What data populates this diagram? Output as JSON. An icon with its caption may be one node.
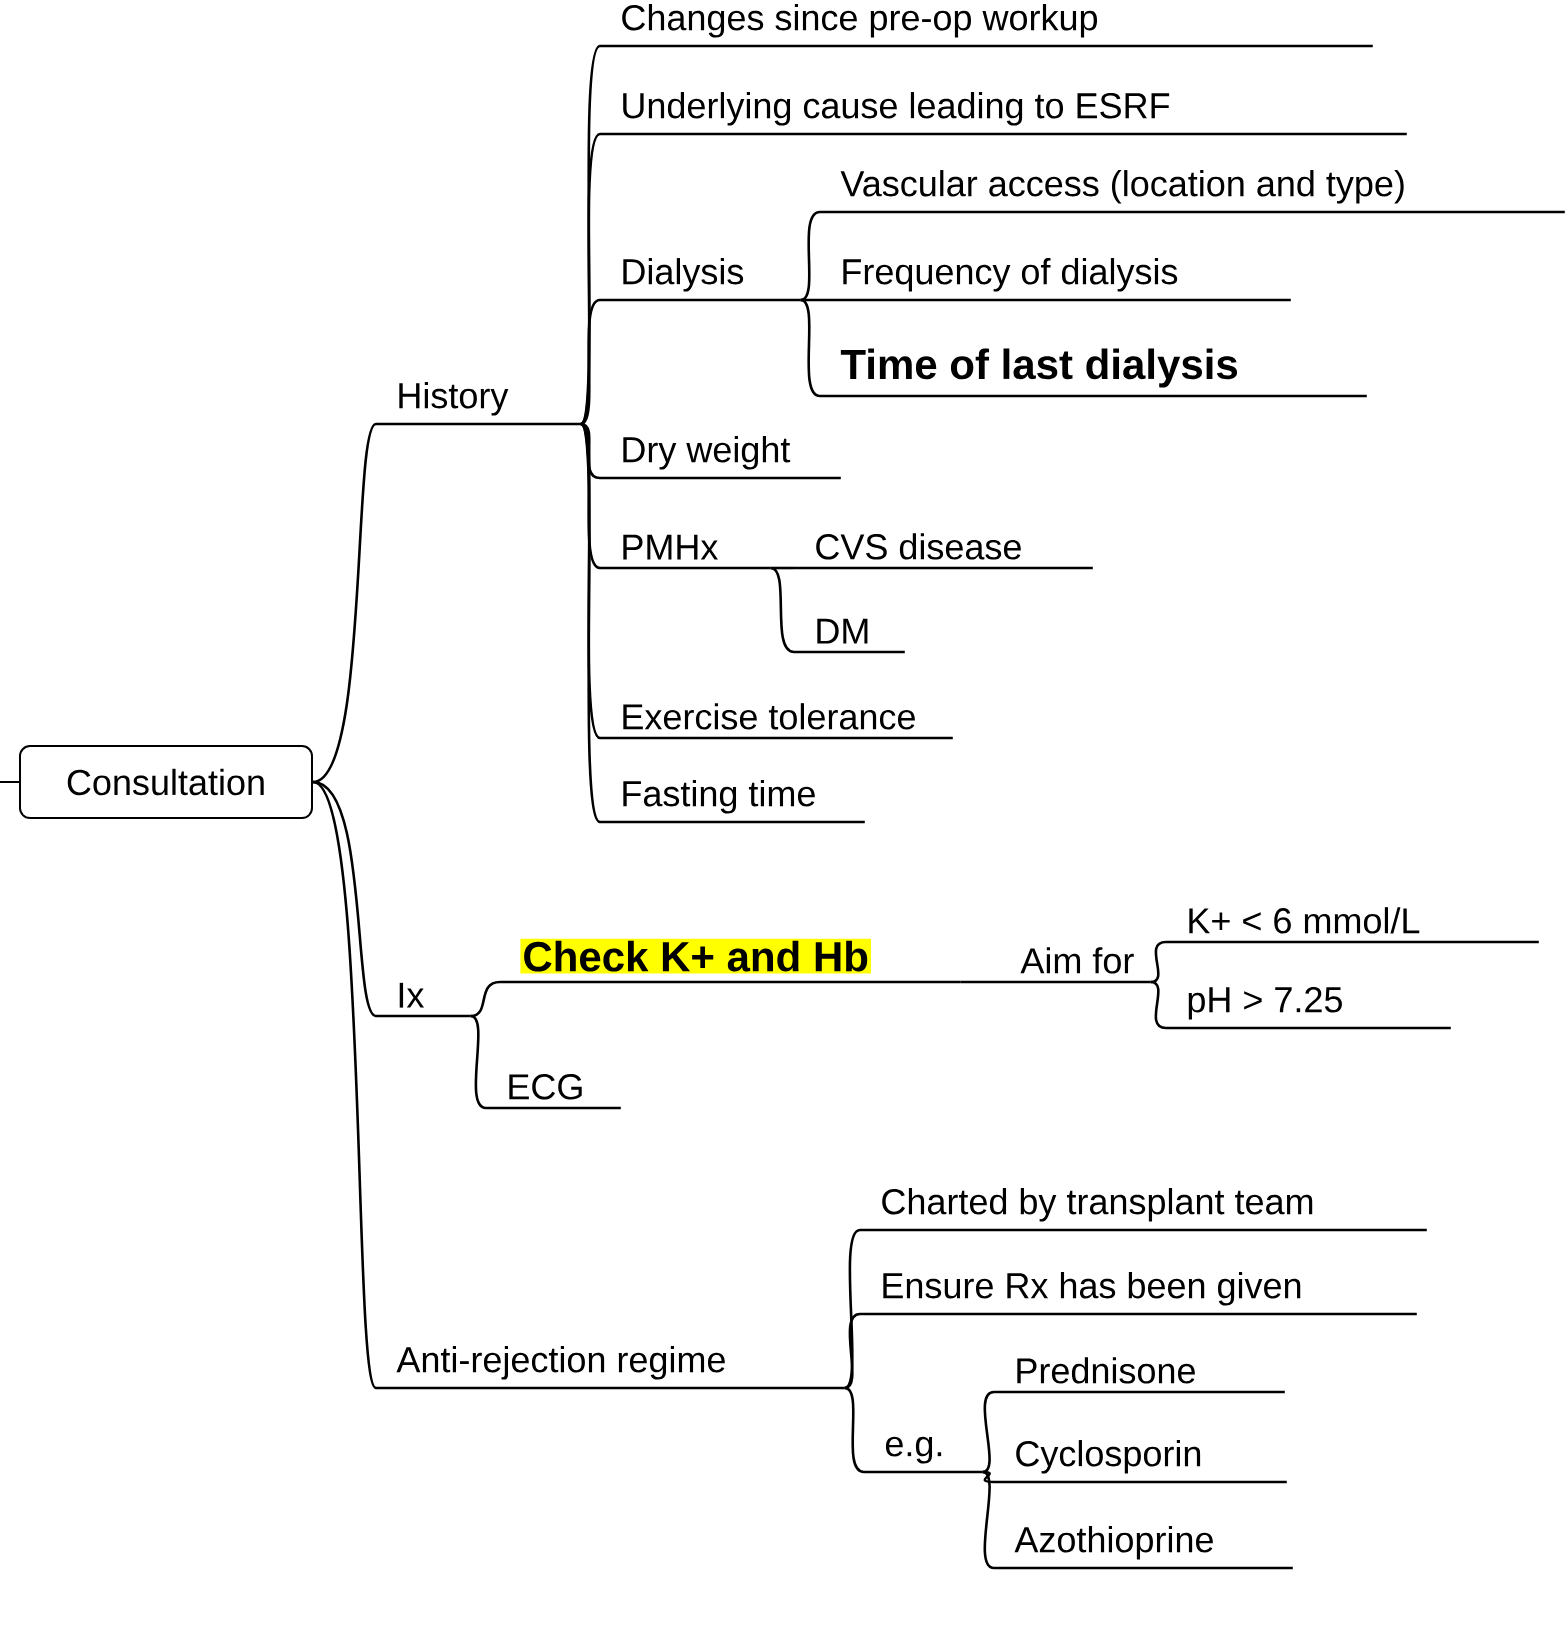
{
  "diagram": {
    "nodes": [
      {
        "text": [
          "Consultation"
        ]
      },
      {
        "text": [
          "History"
        ]
      },
      {
        "text": [
          "Changes since pre-op workup"
        ]
      },
      {
        "text": [
          "Underlying cause leading to ESRF"
        ]
      },
      {
        "text": [
          "Dialysis"
        ]
      },
      {
        "text": [
          "Vascular access (location and type)"
        ]
      },
      {
        "text": [
          "Frequency of dialysis"
        ]
      },
      {
        "text": [
          "Time of last dialysis"
        ]
      },
      {
        "text": [
          "Dry weight"
        ]
      },
      {
        "text": [
          "PMHx"
        ]
      },
      {
        "text": [
          "CVS disease"
        ]
      },
      {
        "text": [
          "DM"
        ]
      },
      {
        "text": [
          "Exercise tolerance"
        ]
      },
      {
        "text": [
          "Fasting time"
        ]
      },
      {
        "text": [
          "Ix"
        ]
      },
      {
        "text": [
          "Check K+ and Hb"
        ]
      },
      {
        "text": [
          "Aim for"
        ]
      },
      {
        "text": [
          "K+ < 6 mmol/L"
        ]
      },
      {
        "text": [
          "pH > 7.25"
        ]
      },
      {
        "text": [
          "ECG"
        ]
      },
      {
        "text": [
          "Anti-rejection regime"
        ]
      },
      {
        "text": [
          "Charted by transplant team"
        ]
      },
      {
        "text": [
          "Ensure Rx has been given"
        ]
      },
      {
        "text": [
          "e.g."
        ]
      },
      {
        "text": [
          "Prednisone"
        ]
      },
      {
        "text": [
          "Cyclosporin"
        ]
      },
      {
        "text": [
          "Azothioprine"
        ]
      }
    ],
    "edges": [
      {
        "from": 0,
        "to": 1,
        "arrow": "none"
      },
      {
        "from": 1,
        "to": 2,
        "arrow": "none"
      },
      {
        "from": 1,
        "to": 3,
        "arrow": "none"
      },
      {
        "from": 1,
        "to": 4,
        "arrow": "none"
      },
      {
        "from": 4,
        "to": 5,
        "arrow": "none"
      },
      {
        "from": 4,
        "to": 6,
        "arrow": "none"
      },
      {
        "from": 4,
        "to": 7,
        "arrow": "none"
      },
      {
        "from": 1,
        "to": 8,
        "arrow": "none"
      },
      {
        "from": 1,
        "to": 9,
        "arrow": "none"
      },
      {
        "from": 9,
        "to": 10,
        "arrow": "none"
      },
      {
        "from": 9,
        "to": 11,
        "arrow": "none"
      },
      {
        "from": 1,
        "to": 12,
        "arrow": "none"
      },
      {
        "from": 1,
        "to": 13,
        "arrow": "none"
      },
      {
        "from": 0,
        "to": 14,
        "arrow": "none"
      },
      {
        "from": 14,
        "to": 15,
        "arrow": "none"
      },
      {
        "from": 15,
        "to": 16,
        "arrow": "none"
      },
      {
        "from": 16,
        "to": 17,
        "arrow": "none"
      },
      {
        "from": 16,
        "to": 18,
        "arrow": "none"
      },
      {
        "from": 14,
        "to": 19,
        "arrow": "none"
      },
      {
        "from": 0,
        "to": 20,
        "arrow": "none"
      },
      {
        "from": 20,
        "to": 21,
        "arrow": "none"
      },
      {
        "from": 20,
        "to": 22,
        "arrow": "none"
      },
      {
        "from": 20,
        "to": 23,
        "arrow": "none"
      },
      {
        "from": 23,
        "to": 24,
        "arrow": "none"
      },
      {
        "from": 23,
        "to": 25,
        "arrow": "none"
      },
      {
        "from": 23,
        "to": 26,
        "arrow": "none"
      }
    ]
  }
}
